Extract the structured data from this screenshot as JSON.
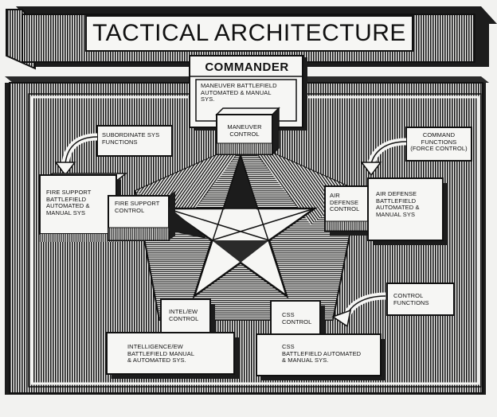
{
  "title": "TACTICAL ARCHITECTURE",
  "commander": "COMMANDER",
  "boxes": {
    "maneuver_battlefield": "MANEUVER BATTLEFIELD\nAUTOMATED & MANUAL\nSYS.",
    "maneuver_control": "MANEUVER\nCONTROL",
    "subordinate_functions": "SUBORDINATE SYS\nFUNCTIONS",
    "command_functions": "COMMAND\nFUNCTIONS\n(FORCE CONTROL)",
    "fire_support_battlefield": "FIRE SUPPORT\nBATTLEFIELD\nAUTOMATED &\nMANUAL SYS",
    "fire_support_control": "FIRE SUPPORT\nCONTROL",
    "air_defense_control": "AIR\nDEFENSE\nCONTROL",
    "air_defense_battlefield": "AIR DEFENSE\nBATTLEFIELD\nAUTOMATED &\nMANUAL SYS",
    "control_functions": "CONTROL\nFUNCTIONS",
    "intel_ew_control": "INTEL/EW\nCONTROL",
    "intel_ew_battlefield": "INTELLIGENCE/EW\nBATTLEFIELD MANUAL\n& AUTOMATED SYS.",
    "css_control": "CSS\nCONTROL",
    "css_battlefield": "CSS\nBATTLEFIELD AUTOMATED\n& MANUAL SYS."
  },
  "colors": {
    "ink": "#111111",
    "paper": "#f2f2f0",
    "dark_fill": "#1c1c1c"
  },
  "icons": [
    "curved-arrow-icon",
    "star-icon",
    "pentagon-icon"
  ]
}
